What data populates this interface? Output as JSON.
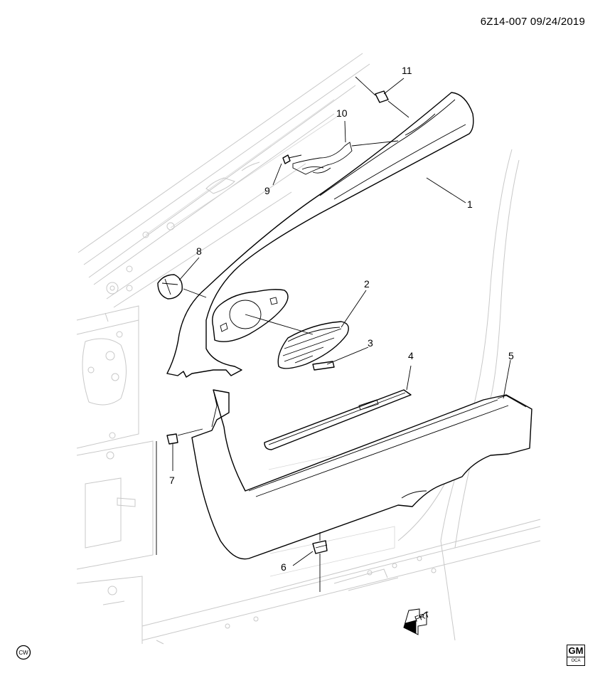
{
  "header": {
    "code": "6Z14-007 09/24/2019"
  },
  "callouts": {
    "c1": "1",
    "c2": "2",
    "c3": "3",
    "c4": "4",
    "c5": "5",
    "c6": "6",
    "c7": "7",
    "c8": "8",
    "c9": "9",
    "c10": "10",
    "c11": "11"
  },
  "direction": {
    "label": "FRT"
  },
  "logos": {
    "left": "cw-logo",
    "right": "gm-logo",
    "gm_text": "GM",
    "gm_sub": "OCA"
  }
}
